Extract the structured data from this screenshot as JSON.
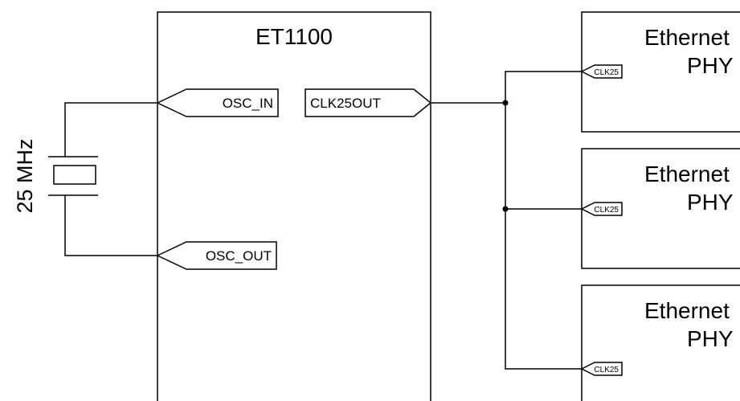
{
  "chip": {
    "title": "ET1100",
    "pins": {
      "osc_in": "OSC_IN",
      "osc_out": "OSC_OUT",
      "clk_out": "CLK25OUT"
    }
  },
  "crystal": {
    "label": "25 MHz"
  },
  "phys": [
    {
      "line1": "Ethernet",
      "line2": "PHY",
      "pin": "CLK25"
    },
    {
      "line1": "Ethernet",
      "line2": "PHY",
      "pin": "CLK25"
    },
    {
      "line1": "Ethernet",
      "line2": "PHY",
      "pin": "CLK25"
    }
  ],
  "colors": {
    "line": "#000000",
    "background": "#ffffff"
  }
}
